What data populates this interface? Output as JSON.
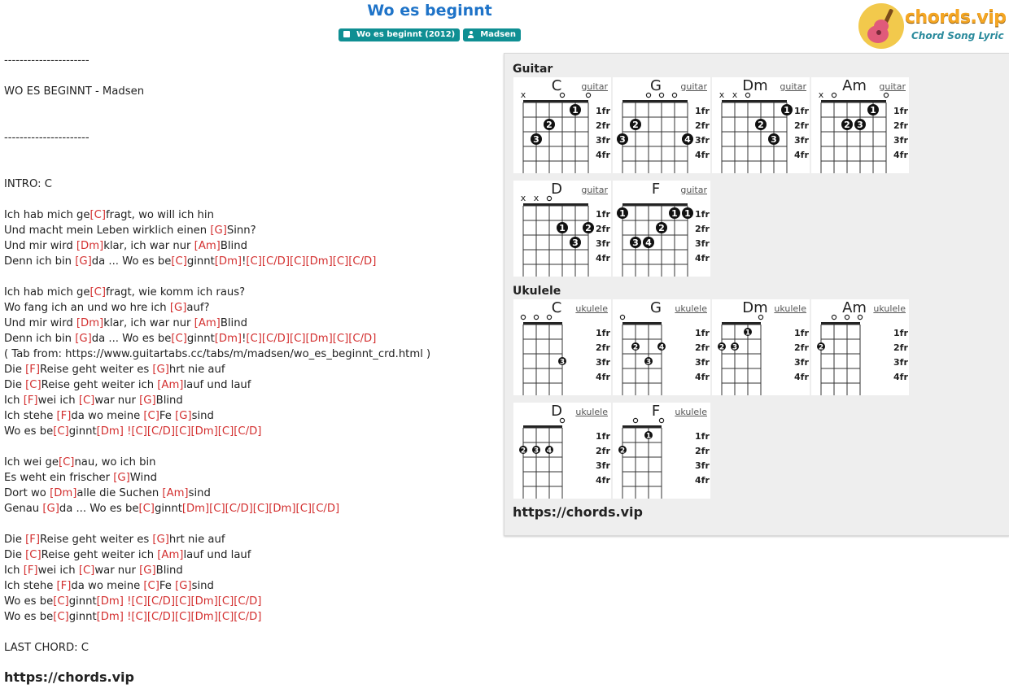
{
  "title": "Wo es beginnt",
  "badges": {
    "album": "Wo es beginnt (2012)",
    "artist": "Madsen"
  },
  "logo": {
    "text": "chords.vip",
    "sub": "Chord Song Lyric"
  },
  "colors": {
    "chord": "#d32f2f",
    "title": "#1e73c8",
    "badge": "#0f8f93",
    "panel": "#eeeeee"
  },
  "lyrics": [
    [
      {
        "t": "----------------------"
      }
    ],
    [],
    [
      {
        "t": "WO ES BEGINNT - Madsen"
      }
    ],
    [],
    [],
    [
      {
        "t": "----------------------"
      }
    ],
    [],
    [],
    [
      {
        "t": "INTRO: C"
      }
    ],
    [],
    [
      {
        "t": "Ich hab mich ge"
      },
      {
        "c": "[C]"
      },
      {
        "t": "fragt, wo will ich hin"
      }
    ],
    [
      {
        "t": "Und macht mein Leben wirklich einen "
      },
      {
        "c": "[G]"
      },
      {
        "t": "Sinn?"
      }
    ],
    [
      {
        "t": "Und mir wird "
      },
      {
        "c": "[Dm]"
      },
      {
        "t": "klar, ich war nur "
      },
      {
        "c": "[Am]"
      },
      {
        "t": "Blind"
      }
    ],
    [
      {
        "t": "Denn ich bin "
      },
      {
        "c": "[G]"
      },
      {
        "t": "da ... Wo es be"
      },
      {
        "c": "[C]"
      },
      {
        "t": "ginnt"
      },
      {
        "c": "[Dm]"
      },
      {
        "t": "!"
      },
      {
        "c": "[C][C/D][C][Dm][C][C/D]"
      }
    ],
    [],
    [
      {
        "t": "Ich hab mich ge"
      },
      {
        "c": "[C]"
      },
      {
        "t": "fragt, wie komm ich raus?"
      }
    ],
    [
      {
        "t": "Wo fang ich an und wo hre ich "
      },
      {
        "c": "[G]"
      },
      {
        "t": "auf?"
      }
    ],
    [
      {
        "t": "Und mir wird "
      },
      {
        "c": "[Dm]"
      },
      {
        "t": "klar, ich war nur "
      },
      {
        "c": "[Am]"
      },
      {
        "t": "Blind"
      }
    ],
    [
      {
        "t": "Denn ich bin "
      },
      {
        "c": "[G]"
      },
      {
        "t": "da ... Wo es be"
      },
      {
        "c": "[C]"
      },
      {
        "t": "ginnt"
      },
      {
        "c": "[Dm]"
      },
      {
        "t": "!"
      },
      {
        "c": "[C][C/D][C][Dm][C][C/D]"
      }
    ],
    [
      {
        "t": "( Tab from: https://www.guitartabs.cc/tabs/m/madsen/wo_es_beginnt_crd.html )"
      }
    ],
    [
      {
        "t": "Die "
      },
      {
        "c": "[F]"
      },
      {
        "t": "Reise geht weiter es "
      },
      {
        "c": "[G]"
      },
      {
        "t": "hrt nie auf"
      }
    ],
    [
      {
        "t": "Die "
      },
      {
        "c": "[C]"
      },
      {
        "t": "Reise geht weiter ich "
      },
      {
        "c": "[Am]"
      },
      {
        "t": "lauf und lauf"
      }
    ],
    [
      {
        "t": "Ich "
      },
      {
        "c": "[F]"
      },
      {
        "t": "wei ich "
      },
      {
        "c": "[C]"
      },
      {
        "t": "war nur "
      },
      {
        "c": "[G]"
      },
      {
        "t": "Blind"
      }
    ],
    [
      {
        "t": "Ich stehe "
      },
      {
        "c": "[F]"
      },
      {
        "t": "da wo meine "
      },
      {
        "c": "[C]"
      },
      {
        "t": "Fe "
      },
      {
        "c": "[G]"
      },
      {
        "t": "sind"
      }
    ],
    [
      {
        "t": "Wo es be"
      },
      {
        "c": "[C]"
      },
      {
        "t": "ginnt"
      },
      {
        "c": "[Dm] !"
      },
      {
        "c": "[C][C/D][C][Dm][C][C/D]"
      }
    ],
    [],
    [
      {
        "t": "Ich wei ge"
      },
      {
        "c": "[C]"
      },
      {
        "t": "nau, wo ich bin"
      }
    ],
    [
      {
        "t": "Es weht ein frischer "
      },
      {
        "c": "[G]"
      },
      {
        "t": "Wind"
      }
    ],
    [
      {
        "t": "Dort wo "
      },
      {
        "c": "[Dm]"
      },
      {
        "t": "alle die Suchen "
      },
      {
        "c": "[Am]"
      },
      {
        "t": "sind"
      }
    ],
    [
      {
        "t": "Genau "
      },
      {
        "c": "[G]"
      },
      {
        "t": "da ... Wo es be"
      },
      {
        "c": "[C]"
      },
      {
        "t": "ginnt"
      },
      {
        "c": "[Dm][C][C/D][C][Dm][C][C/D]"
      }
    ],
    [],
    [
      {
        "t": "Die "
      },
      {
        "c": "[F]"
      },
      {
        "t": "Reise geht weiter es "
      },
      {
        "c": "[G]"
      },
      {
        "t": "hrt nie auf"
      }
    ],
    [
      {
        "t": "Die "
      },
      {
        "c": "[C]"
      },
      {
        "t": "Reise geht weiter ich "
      },
      {
        "c": "[Am]"
      },
      {
        "t": "lauf und lauf"
      }
    ],
    [
      {
        "t": "Ich "
      },
      {
        "c": "[F]"
      },
      {
        "t": "wei ich "
      },
      {
        "c": "[C]"
      },
      {
        "t": "war nur "
      },
      {
        "c": "[G]"
      },
      {
        "t": "Blind"
      }
    ],
    [
      {
        "t": "Ich stehe "
      },
      {
        "c": "[F]"
      },
      {
        "t": "da wo meine "
      },
      {
        "c": "[C]"
      },
      {
        "t": "Fe "
      },
      {
        "c": "[G]"
      },
      {
        "t": "sind"
      }
    ],
    [
      {
        "t": "Wo es be"
      },
      {
        "c": "[C]"
      },
      {
        "t": "ginnt"
      },
      {
        "c": "[Dm] !"
      },
      {
        "c": "[C][C/D][C][Dm][C][C/D]"
      }
    ],
    [
      {
        "t": "Wo es be"
      },
      {
        "c": "[C]"
      },
      {
        "t": "ginnt"
      },
      {
        "c": "[Dm] !"
      },
      {
        "c": "[C][C/D][C][Dm][C][C/D]"
      }
    ],
    [],
    [
      {
        "t": "LAST CHORD: C"
      }
    ]
  ],
  "footer_link": "https://chords.vip",
  "panel": {
    "guitar_label": "Guitar",
    "ukulele_label": "Ukulele",
    "link": "https://chords.vip",
    "fret_labels": [
      "1fr",
      "2fr",
      "3fr",
      "4fr"
    ],
    "guitar": [
      {
        "name": "C",
        "type": "guitar",
        "frets": [
          "x",
          3,
          2,
          0,
          1,
          0
        ],
        "fingers": [
          0,
          3,
          2,
          0,
          1,
          0
        ]
      },
      {
        "name": "G",
        "type": "guitar",
        "frets": [
          3,
          2,
          0,
          0,
          0,
          3
        ],
        "fingers": [
          3,
          2,
          0,
          0,
          0,
          4
        ]
      },
      {
        "name": "Dm",
        "type": "guitar",
        "frets": [
          "x",
          "x",
          0,
          2,
          3,
          1
        ],
        "fingers": [
          0,
          0,
          0,
          2,
          3,
          1
        ]
      },
      {
        "name": "Am",
        "type": "guitar",
        "frets": [
          "x",
          0,
          2,
          2,
          1,
          0
        ],
        "fingers": [
          0,
          0,
          2,
          3,
          1,
          0
        ]
      },
      {
        "name": "D",
        "type": "guitar",
        "frets": [
          "x",
          "x",
          0,
          2,
          3,
          2
        ],
        "fingers": [
          0,
          0,
          0,
          1,
          3,
          2
        ]
      },
      {
        "name": "F",
        "type": "guitar",
        "frets": [
          1,
          3,
          3,
          2,
          1,
          1
        ],
        "fingers": [
          1,
          3,
          4,
          2,
          1,
          1
        ]
      }
    ],
    "ukulele": [
      {
        "name": "C",
        "type": "ukulele",
        "frets": [
          0,
          0,
          0,
          3
        ],
        "fingers": [
          0,
          0,
          0,
          3
        ]
      },
      {
        "name": "G",
        "type": "ukulele",
        "frets": [
          0,
          2,
          3,
          2
        ],
        "fingers": [
          0,
          2,
          3,
          4
        ]
      },
      {
        "name": "Dm",
        "type": "ukulele",
        "frets": [
          2,
          2,
          1,
          0
        ],
        "fingers": [
          2,
          3,
          1,
          0
        ]
      },
      {
        "name": "Am",
        "type": "ukulele",
        "frets": [
          2,
          0,
          0,
          0
        ],
        "fingers": [
          2,
          0,
          0,
          0
        ]
      },
      {
        "name": "D",
        "type": "ukulele",
        "frets": [
          2,
          2,
          2,
          0
        ],
        "fingers": [
          2,
          3,
          4,
          0
        ]
      },
      {
        "name": "F",
        "type": "ukulele",
        "frets": [
          2,
          0,
          1,
          0
        ],
        "fingers": [
          2,
          0,
          1,
          0
        ]
      }
    ]
  }
}
